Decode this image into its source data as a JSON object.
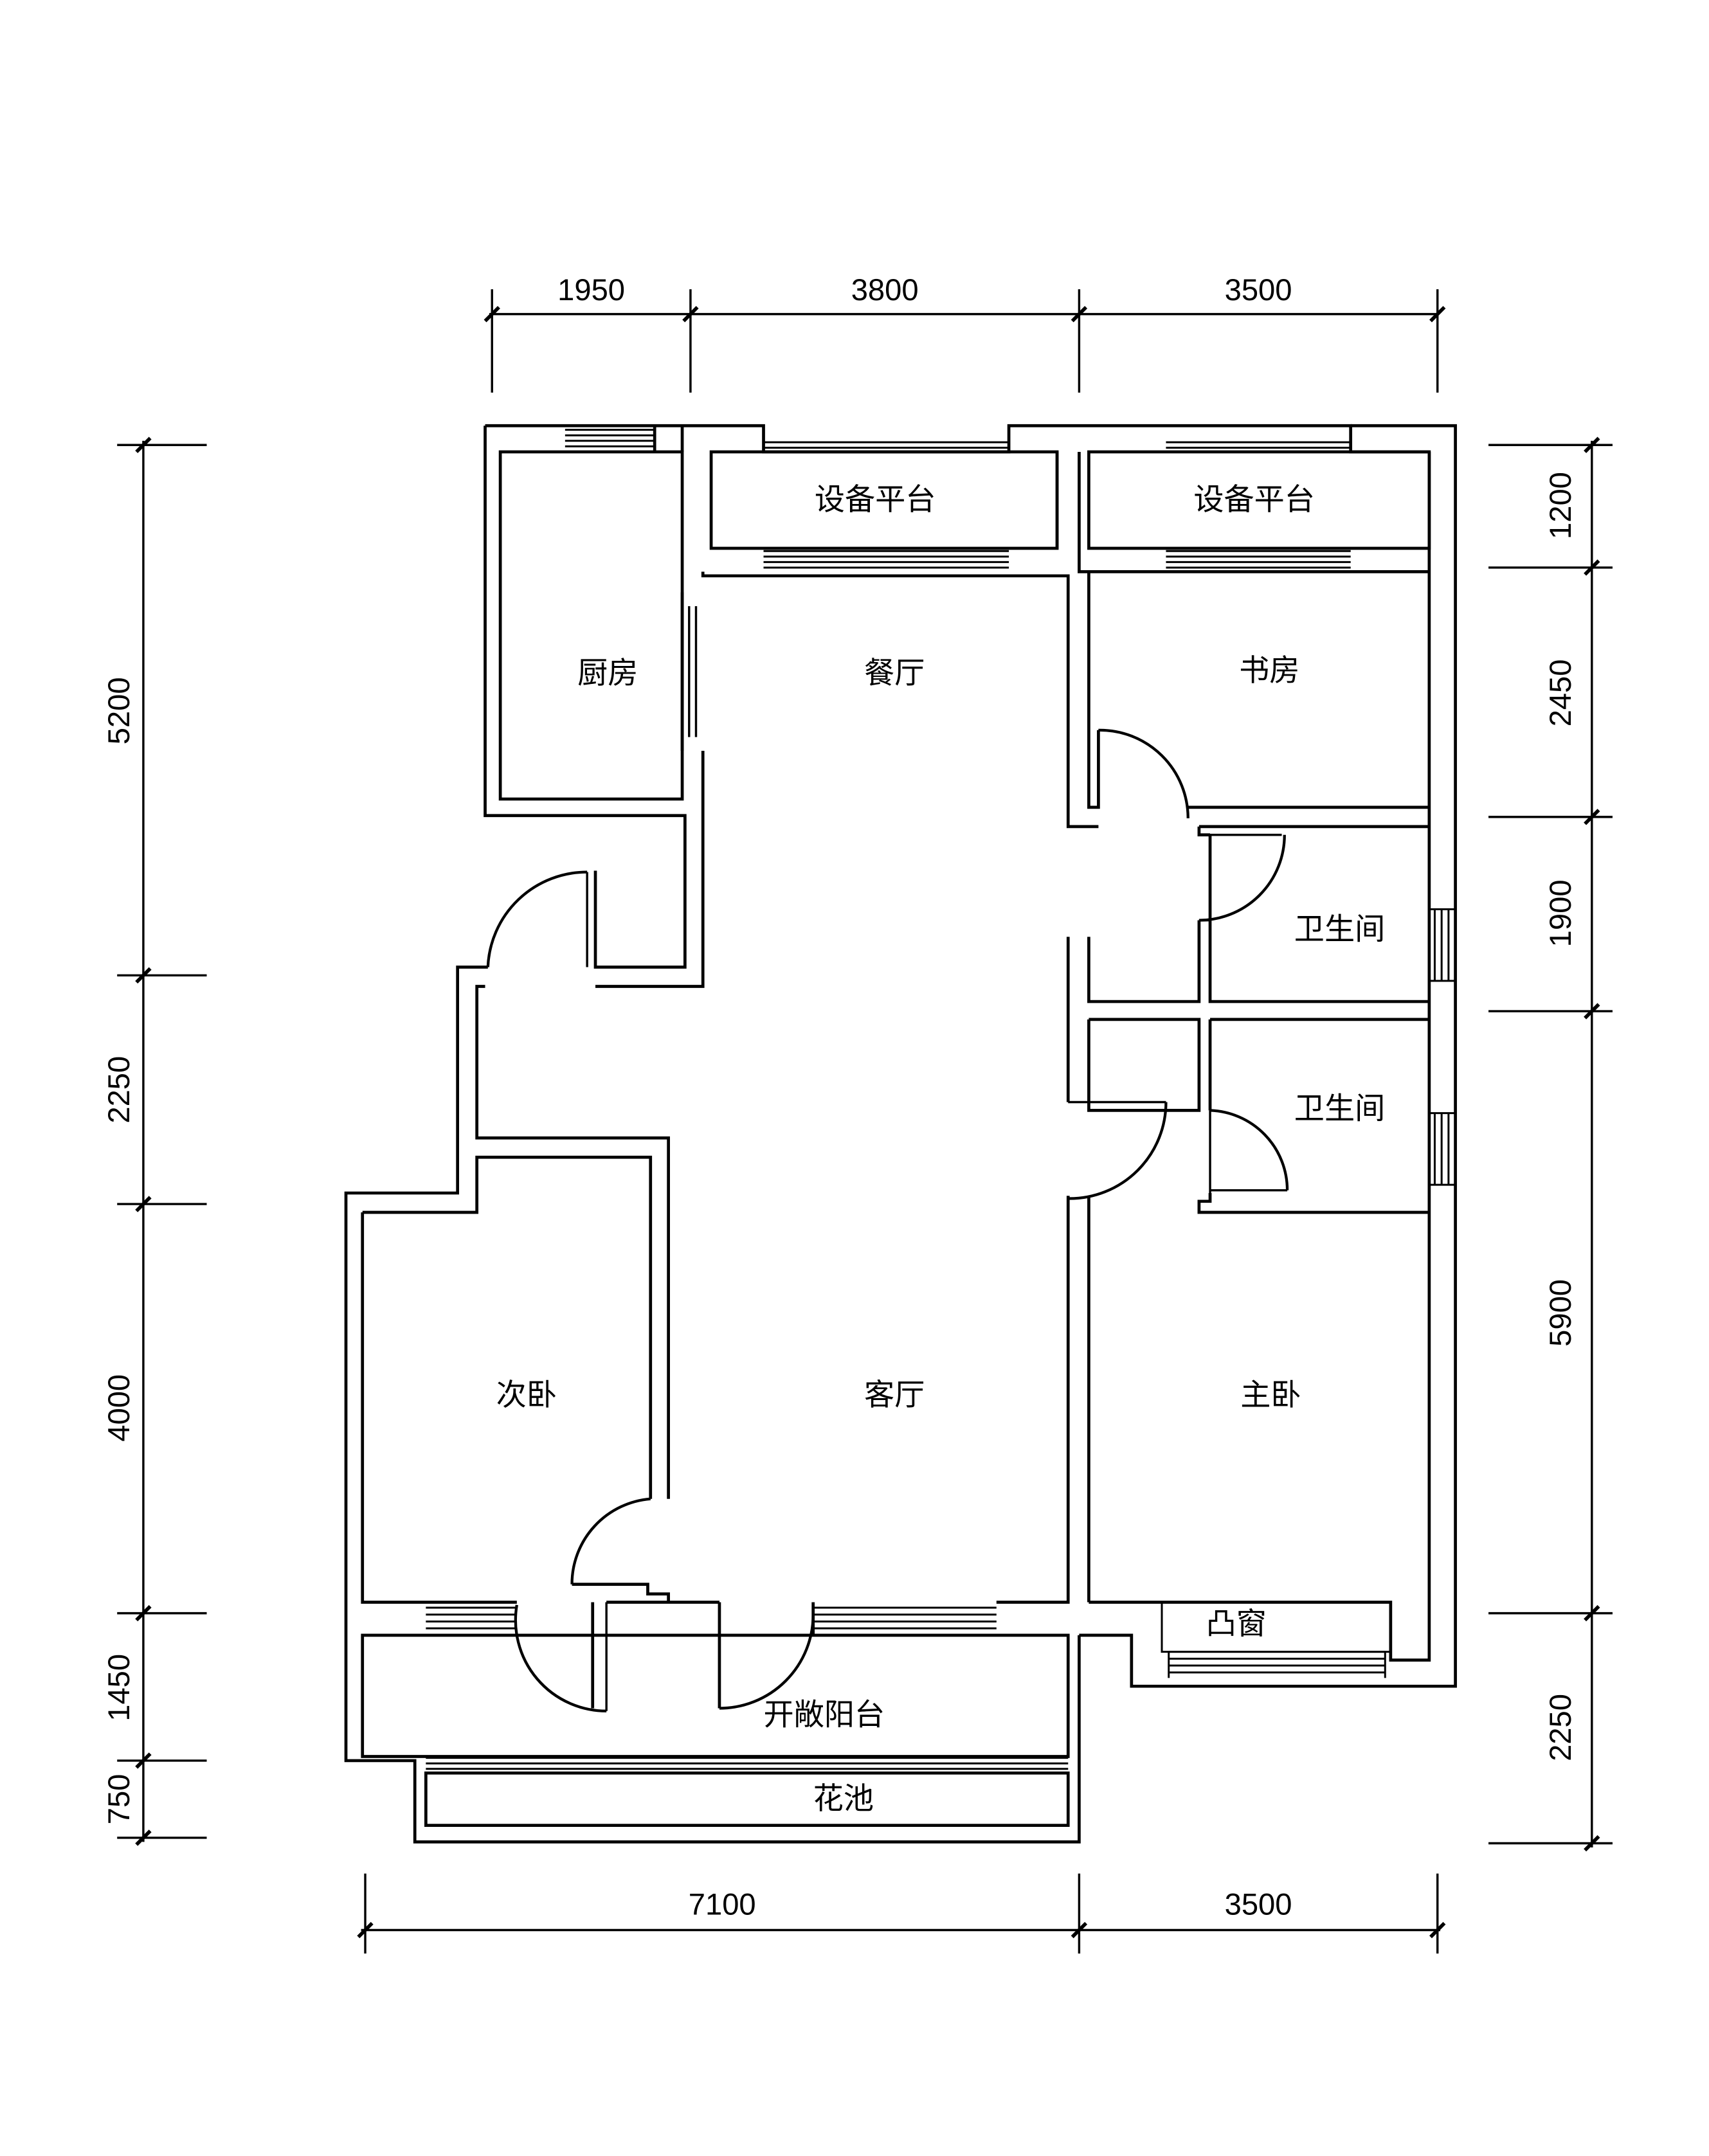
{
  "rooms": {
    "equipment_platform_1": "设备平台",
    "equipment_platform_2": "设备平台",
    "kitchen": "厨房",
    "dining": "餐厅",
    "study": "书房",
    "bathroom_1": "卫生间",
    "bathroom_2": "卫生间",
    "second_bedroom": "次卧",
    "living_room": "客厅",
    "master_bedroom": "主卧",
    "bay_window": "凸窗",
    "open_balcony": "开敞阳台",
    "flower_bed": "花池"
  },
  "dimensions": {
    "top": [
      "1950",
      "3800",
      "3500"
    ],
    "bottom": [
      "7100",
      "3500"
    ],
    "left": [
      "5200",
      "2250",
      "4000",
      "1450",
      "750"
    ],
    "right": [
      "1200",
      "2450",
      "1900",
      "5900",
      "2250"
    ]
  }
}
